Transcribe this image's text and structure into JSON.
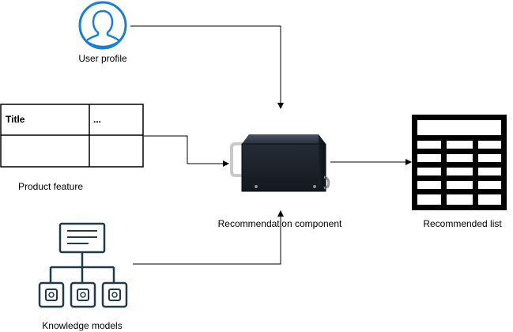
{
  "nodes": {
    "user_profile": {
      "label": "User profile",
      "icon": "user-icon"
    },
    "product_feature": {
      "label": "Product feature",
      "table_headers": [
        "Title",
        "..."
      ]
    },
    "recommendation_component": {
      "label": "Recommendation component",
      "icon": "server-box-icon"
    },
    "knowledge_models": {
      "label": "Knowledge models",
      "icon": "hierarchy-icon"
    },
    "recommended_list": {
      "label": "Recommended list",
      "icon": "table-grid-icon"
    }
  },
  "edges": [
    {
      "from": "user_profile",
      "to": "recommendation_component"
    },
    {
      "from": "product_feature",
      "to": "recommendation_component"
    },
    {
      "from": "knowledge_models",
      "to": "recommendation_component"
    },
    {
      "from": "recommendation_component",
      "to": "recommended_list"
    }
  ],
  "colors": {
    "user_icon": "#1a7fd4",
    "hierarchy_icon": "#1f3a4d",
    "server_body": "#1d2330",
    "line": "#000000"
  }
}
